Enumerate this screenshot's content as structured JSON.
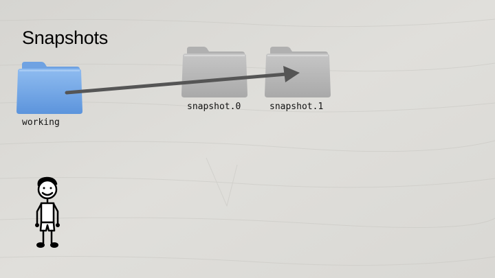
{
  "slide": {
    "title": "Snapshots"
  },
  "folders": [
    {
      "label": "working",
      "style": "blue"
    },
    {
      "label": "snapshot.0",
      "style": "gray"
    },
    {
      "label": "snapshot.1",
      "style": "gray"
    }
  ],
  "icons": {
    "folder": "folder-icon",
    "arrow": "arrow-icon",
    "person": "stick-figure-icon"
  },
  "colors": {
    "background": "#dcdbd7",
    "folder_blue": "#74a8e6",
    "folder_gray": "#b9b9b9",
    "arrow": "#555555"
  }
}
